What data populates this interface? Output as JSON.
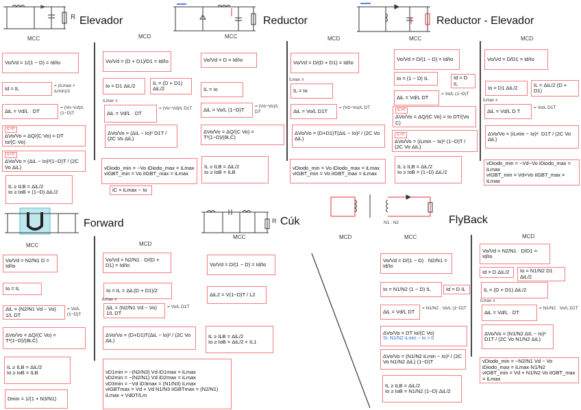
{
  "titles": {
    "elevador": "Elevador",
    "reductor": "Reductor",
    "reductor_elevador": "Reductor - Elevador",
    "forward": "Forward",
    "cuk": "Cúk",
    "flyback": "FlyBack"
  },
  "modes": [
    "MCC",
    "MCD",
    "MCC",
    "MCD",
    "MCC",
    "MCD",
    "MCC",
    "MCD",
    "MCC",
    "MCC",
    "MCD",
    "MCD"
  ],
  "circuit_labels": {
    "elevador_R": "R",
    "cuk_R": "R",
    "flyback_ratio": "N1 : N2"
  },
  "notes": {
    "ilmax": "iLmax"
  },
  "colors": {
    "box_border": "#f07d7d",
    "accent_blue": "#2a6fc0",
    "wire_red": "#e03030"
  },
  "boxes": [
    {
      "lines": [
        "Vo/Vd = 1/(1 − D) = Id/Io"
      ]
    },
    {
      "lines": [
        "Id = IL"
      ],
      "side": "= (iLmax + iLmin)/2"
    },
    {
      "lines": [
        "ΔiL = Vd/L · DT"
      ],
      "side": "= (Vo−Vd)/L (1−D)T"
    },
    {
      "tag": "iL>0",
      "lines": [
        "ΔVo/Vo = ΔQ/(C Vo) = DT Io/(C·Vo)"
      ]
    },
    {
      "tag": "iL<0",
      "lines": [
        "ΔVo/Vo = (ΔiL − Io)²(1−D)T / (2C Vo ΔiL)"
      ]
    },
    {
      "lines": [
        "IL ≥ ILB = ΔiL/2",
        "Io ≥ IoB = (1−D) ΔiL/2"
      ]
    },
    {
      "lines": [
        "Vo/Vd = (D + D1)/D1 = Id/Io"
      ]
    },
    {
      "lines": [
        "Io = D1 ΔiL/2"
      ]
    },
    {
      "lines": [
        "IL = (D + D1) ΔiL/2"
      ]
    },
    {
      "note": "iLmax ॥",
      "lines": [
        "ΔiL = Vd/L · DT"
      ],
      "side": "= (Vo−Vd)/L D1T"
    },
    {
      "lines": [
        "ΔVo/Vo = (ΔiL − Io)² D1T / (2C Vo ΔiL)"
      ]
    },
    {
      "lines": [
        "vDiodo_min = −Vo      iDiodo_max = iLmax",
        "vIGBT_min = Vo      iIGBT_max = iLmax"
      ]
    },
    {
      "lines": [
        "iC = iLmax − Io"
      ]
    },
    {
      "lines": [
        "Vo/Vd = D = Id/Io"
      ]
    },
    {
      "lines": [
        "IL = Io"
      ]
    },
    {
      "lines": [
        "ΔiL = Vo/L (1−D)T"
      ],
      "side": "= (Vd−Vo)/L DT"
    },
    {
      "lines": [
        "ΔVo/Vo = ΔQ/(C Vo) = T²(1−D)/(8LC)"
      ]
    },
    {
      "lines": [
        "IL ≥ ILB = ΔiL/2",
        "Io ≥ IoB = ILB"
      ]
    },
    {
      "lines": [
        "Vo/Vd = D/(D + D1) = Id/Io"
      ]
    },
    {
      "note": "iLmax ॥",
      "lines": [
        "IL = Io"
      ]
    },
    {
      "lines": [
        "ΔiL = Vo/L D1T"
      ],
      "side": "= (Vd−Vo)/L DT"
    },
    {
      "lines": [
        "ΔVo/Vo = (D+D1)T(ΔiL − Io)² / (2C Vo ΔiL)"
      ]
    },
    {
      "lines": [
        "vDiodo_min = Vo      iDiodo_max = iLmax",
        "vIGBT_min = Vo      iIGBT_max = iLmax"
      ]
    },
    {
      "lines": [
        "Vo/Vd = D/(1 − D) = Id/Io"
      ]
    },
    {
      "lines": [
        "Io = (1 − D) IL"
      ]
    },
    {
      "lines": [
        "Id = D IL"
      ]
    },
    {
      "lines": [
        "ΔiL = Vd/L DT"
      ],
      "side": "= Vo/L (1−D)T"
    },
    {
      "tag": "iL>0",
      "lines": [
        "ΔVo/Vo = ΔQ/(C Vo) = Io DT/(Vo C)"
      ]
    },
    {
      "tag": "iL<0",
      "lines": [
        "ΔVo/Vo = (iLmin − Io)²·(1−D)T / (2C Vo ΔiL)"
      ]
    },
    {
      "lines": [
        "IL ≥ ILB = ΔiL/2",
        "Io ≥ IoB = (1−D) ΔiL/2"
      ]
    },
    {
      "lines": [
        "Vo/Vd = D/D1 = Id/Io"
      ]
    },
    {
      "lines": [
        "Io = D1 ΔiL/2"
      ]
    },
    {
      "lines": [
        "IL = ΔiL/2 (D + D1)"
      ]
    },
    {
      "note": "iLmax ॥",
      "lines": [
        "ΔiL = Vd/L D T"
      ],
      "side": "= Vo/L D1T"
    },
    {
      "lines": [
        "ΔVo/Vo = (iLmin − Io)²· D1T / (2C Vo ΔiL)"
      ]
    },
    {
      "lines": [
        "vDiodo_min = −Vd−Vo   iDiodo_max = iLmax",
        "vIGBT_min = Vd+Vo   iIGBT_max = iLmax"
      ]
    },
    {
      "lines": [
        "Vo/Vd = N2/N1 D = Id/Io"
      ]
    },
    {
      "lines": [
        "Io = IL"
      ]
    },
    {
      "lines": [
        "ΔiL = (N2/N1 Vd − Vo) 1/L DT"
      ],
      "side": "= Vo/L (1−D)T"
    },
    {
      "lines": [
        "ΔVo/Vo = ΔQ/(C Vo) = T²(1−D)/(8LC)"
      ]
    },
    {
      "lines": [
        "IL ≥ ILB = ΔiL/2",
        "Io ≥ IoB = ILB"
      ]
    },
    {
      "lines": [
        "Dmin = 1/(1 + N3/N1)"
      ]
    },
    {
      "lines": [
        "Vo/Vd = N2/N1 · D/(D + D1) = Id/Io"
      ]
    },
    {
      "lines": [
        "Io = IL = ΔiL(D + D1)/2"
      ]
    },
    {
      "note": "iLmax ॥",
      "lines": [
        "ΔiL = (N2/N1 Vd − Vo) 1/L DT"
      ],
      "side": "= Vo/L D1T"
    },
    {
      "lines": [
        "ΔVo/Vo = (D+D1)T(ΔiL − Io)² / (2C Vo ΔiL)"
      ]
    },
    {
      "lines": [
        "vD1min = −(N2/N3) Vd        iD1max = iLmax",
        "vD2min = −(N2/N1) Vd        iD2max = iLmax",
        "vD3min = −Vd        iD3max = (N1/N3) iLmax",
        "vIGBTmax = Vd + Vd N1/N3    iIGBTmax = (N2/N1) iLmax + VdDT/Lm"
      ]
    },
    {
      "lines": [
        "Vo/Vd = D/(1 − D) = Id/Io"
      ]
    },
    {
      "lines": [
        "ΔiL2 = V(1−D)T / L2"
      ]
    },
    {
      "lines": [
        "IL ≥ ILB = ΔiL/2",
        "Io ≥ IoB = ΔiL/2 + IL1"
      ]
    },
    {
      "lines": [
        "Vo/Vd = D/(1 − D) · N2/N1 = Id/Io"
      ]
    },
    {
      "lines": [
        "Io = N1/N2 (1 − D) IL"
      ]
    },
    {
      "lines": [
        "Id = D IL"
      ]
    },
    {
      "lines": [
        "ΔiL = Vd/L DT"
      ],
      "side": "= N1/N2 · Vo/L (1−D)T"
    },
    {
      "lines": [
        "ΔVo/Vo = DT Io/(C Vo)"
      ],
      "blue": "Si: N1/N2 iLmin − Io > 0"
    },
    {
      "lines": [
        "ΔVo/Vo = (N1/N2 iLmin − Io)² / (2C Vo N1/N2 ΔiL) (1−D)T"
      ]
    },
    {
      "lines": [
        "IL ≥ ILB = ΔiL/2",
        "Io ≥ IoB = N1/N2 (1−D) ΔiL/2"
      ]
    },
    {
      "lines": [
        "Vo/Vd = N2/N1 · D/D1 = Id/Io"
      ]
    },
    {
      "lines": [
        "Id = D ΔiL/2"
      ]
    },
    {
      "lines": [
        "Io = N1/N2 D1 ΔiL/2"
      ]
    },
    {
      "lines": [
        "IL = (D + D1) ΔiL/2"
      ]
    },
    {
      "note": "iLmax ॥",
      "lines": [
        "ΔiL = Vd/L · DT"
      ],
      "side": "= N1/N2 · Vo/L D1T"
    },
    {
      "lines": [
        "ΔVo/Vo = (N1/N2 ΔIL − Io)² D1T / (2C Vo N1/N2 ΔiL)"
      ]
    },
    {
      "lines": [
        "vDiodo_min = −N2/N1 Vd − Vo   iDiodo_max = iLmax·N1/N2",
        "vIGBT_min = Vd + N1/N2 Vo   iIGBT_max = iLmax"
      ]
    }
  ]
}
